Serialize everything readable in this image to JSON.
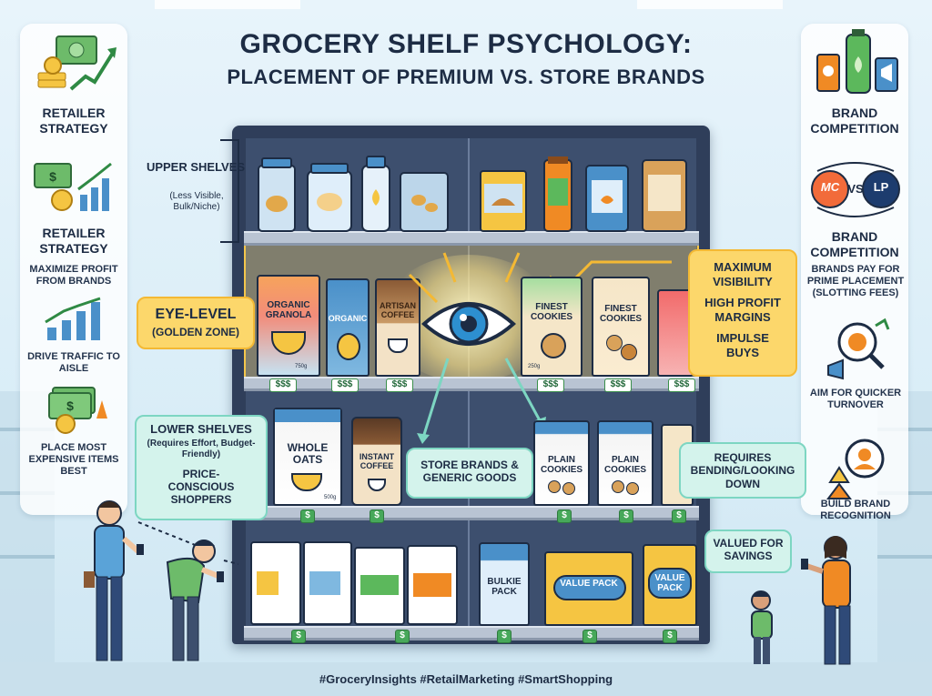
{
  "title": {
    "line1": "GROCERY SHELF PSYCHOLOGY:",
    "line2": "PLACEMENT OF PREMIUM VS. STORE BRANDS"
  },
  "left_panel": {
    "heading1": "RETAILER STRATEGY",
    "heading2": "RETAILER STRATEGY",
    "item1": "MAXIMIZE PROFIT FROM BRANDS",
    "item2": "DRIVE TRAFFIC TO AISLE",
    "item3": "PLACE MOST EXPENSIVE ITEMS BEST"
  },
  "right_panel": {
    "heading1": "BRAND COMPETITION",
    "vs_label": "VS",
    "logo_left": "MC",
    "logo_right": "LP",
    "heading2": "BRAND COMPETITION",
    "item1": "BRANDS PAY FOR PRIME PLACEMENT (SLOTTING FEES)",
    "item2": "AIM FOR QUICKER TURNOVER",
    "item3": "BUILD BRAND RECOGNITION"
  },
  "shelf_labels": {
    "upper_title": "UPPER SHELVES",
    "upper_sub": "(Less Visible, Bulk/Niche)",
    "eye_level_title": "EYE-LEVEL",
    "eye_level_sub": "(GOLDEN ZONE)",
    "lower_title": "LOWER SHELVES",
    "lower_sub": "(Requires Effort, Budget-Friendly)",
    "lower_extra": "PRICE-CONSCIOUS SHOPPERS"
  },
  "callouts": {
    "max_vis_1": "MAXIMUM VISIBILITY",
    "max_vis_2": "HIGH PROFIT MARGINS",
    "max_vis_3": "IMPULSE BUYS",
    "store_brands": "STORE BRANDS & GENERIC GOODS",
    "bending": "REQUIRES BENDING/LOOKING DOWN",
    "valued": "VALUED FOR SAVINGS"
  },
  "products": {
    "granola": "ORGANIC GRANOLA",
    "organic": "ORGANIC",
    "artisan": "ARTISAN COFFEE",
    "finest1": "FINEST COOKIES",
    "finest2": "FINEST COOKIES",
    "whole_oats": "WHOLE OATS",
    "instant_coffee": "INSTANT COFFEE",
    "plain1": "PLAIN COOKIES",
    "plain2": "PLAIN COOKIES",
    "bulkie": "BULKIE PACK",
    "value1": "VALUE PACK",
    "value2": "VALUE PACK",
    "granola_weight": "750g",
    "finest_weight": "250g",
    "oats_weight": "500g"
  },
  "price_tags": {
    "premium": "$$$",
    "budget": "$"
  },
  "footer": {
    "hashtags": "#GroceryInsights #RetailMarketing #SmartShopping"
  },
  "colors": {
    "shelf_frame": "#2f3e5a",
    "callout_yellow": "#fcd76b",
    "callout_mint": "#d4f3ec",
    "price_green": "#47a85a"
  }
}
